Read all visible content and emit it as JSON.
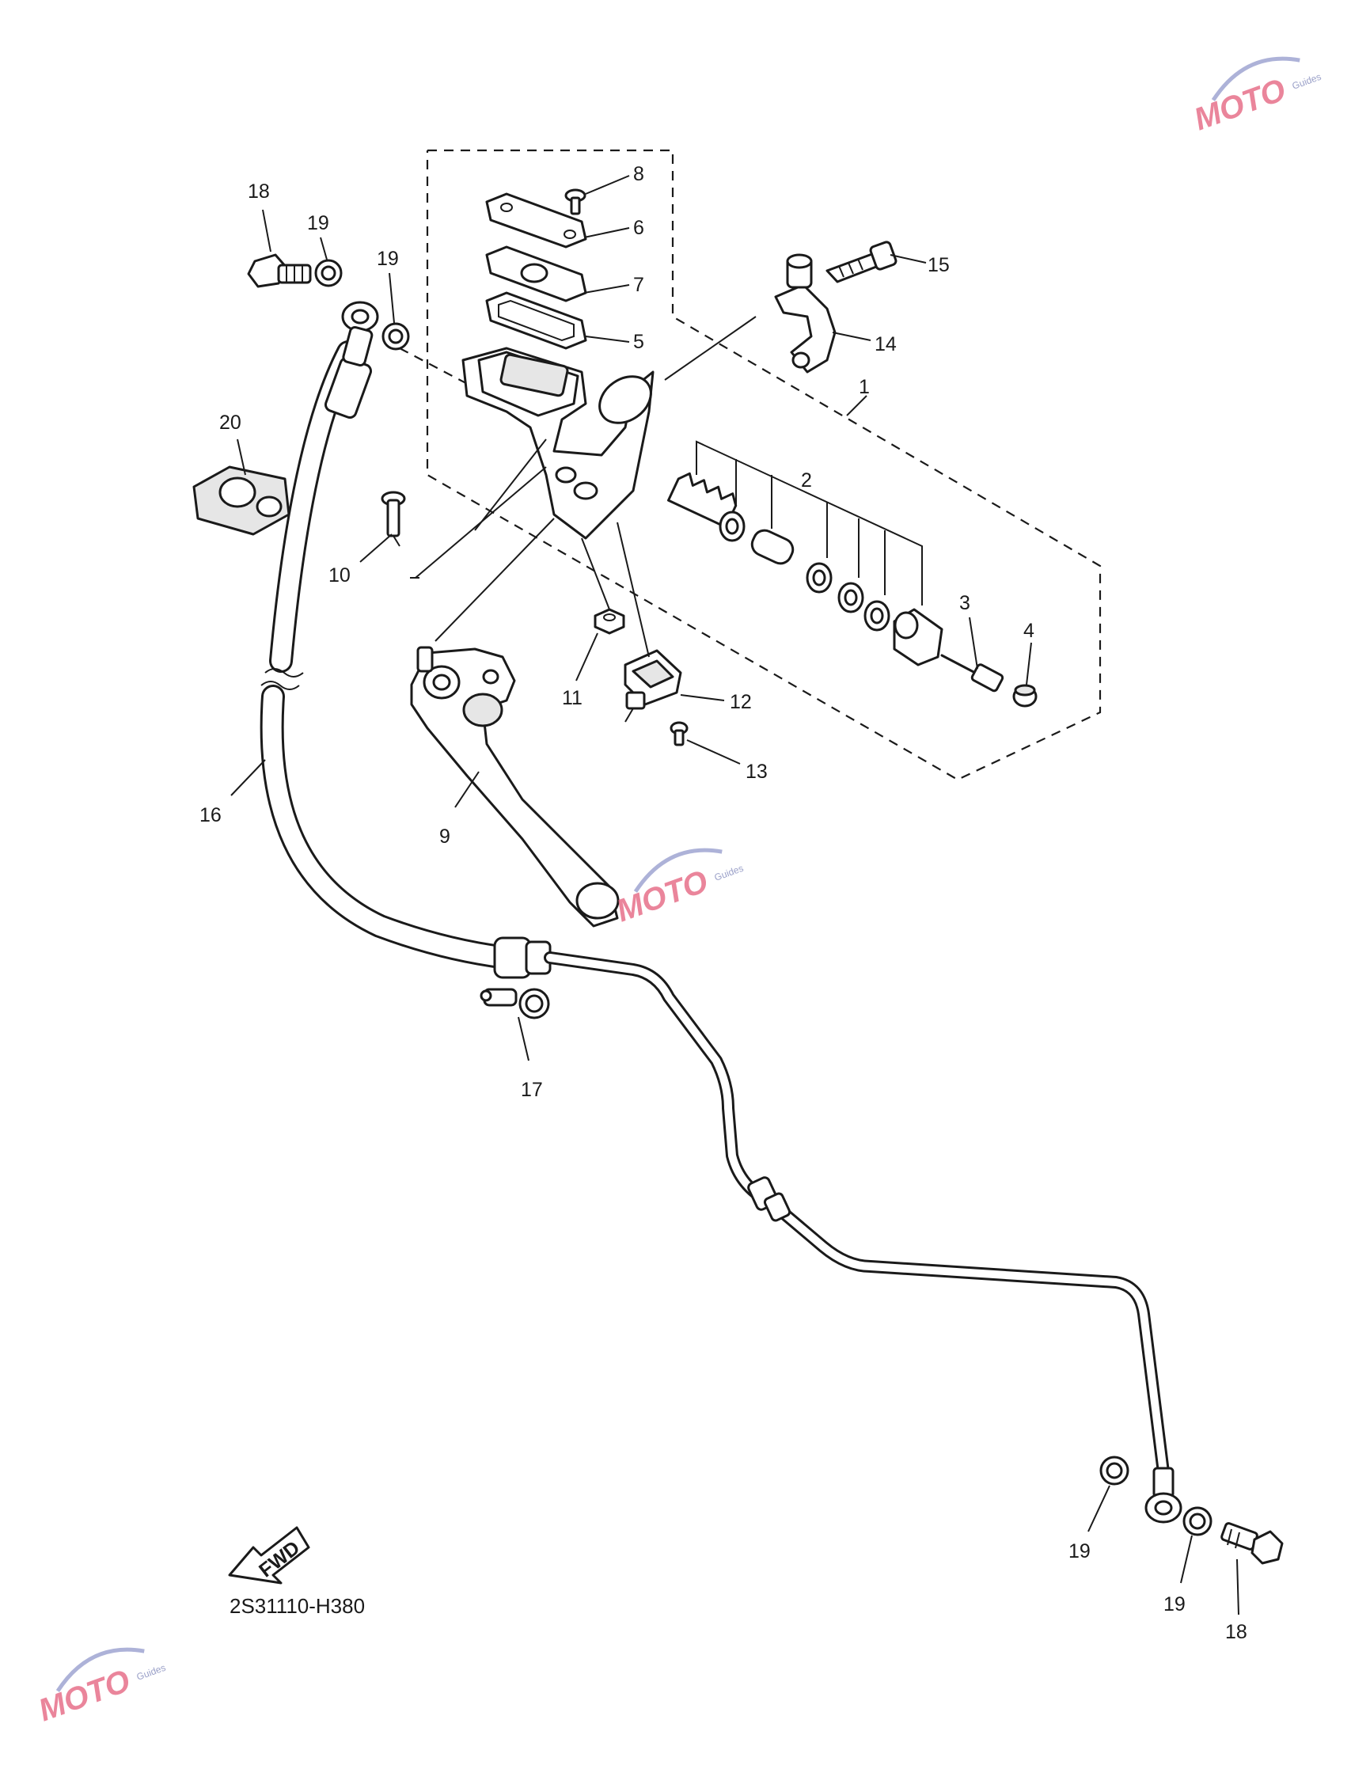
{
  "diagram_code": "2S31110-H380",
  "fwd_arrow_label": "FWD",
  "watermark": {
    "brand": "MOTO",
    "sub": "Guides"
  },
  "callouts": [
    {
      "id": "c1",
      "label": "1"
    },
    {
      "id": "c2",
      "label": "2"
    },
    {
      "id": "c3",
      "label": "3"
    },
    {
      "id": "c4",
      "label": "4"
    },
    {
      "id": "c5",
      "label": "5"
    },
    {
      "id": "c6",
      "label": "6"
    },
    {
      "id": "c7",
      "label": "7"
    },
    {
      "id": "c8",
      "label": "8"
    },
    {
      "id": "c9",
      "label": "9"
    },
    {
      "id": "c10",
      "label": "10"
    },
    {
      "id": "c11",
      "label": "11"
    },
    {
      "id": "c12",
      "label": "12"
    },
    {
      "id": "c13",
      "label": "13"
    },
    {
      "id": "c14",
      "label": "14"
    },
    {
      "id": "c15",
      "label": "15"
    },
    {
      "id": "c16",
      "label": "16"
    },
    {
      "id": "c17",
      "label": "17"
    },
    {
      "id": "c18a",
      "label": "18"
    },
    {
      "id": "c18b",
      "label": "18"
    },
    {
      "id": "c19a",
      "label": "19"
    },
    {
      "id": "c19b",
      "label": "19"
    },
    {
      "id": "c19c",
      "label": "19"
    },
    {
      "id": "c19d",
      "label": "19"
    },
    {
      "id": "c20",
      "label": "20"
    }
  ]
}
